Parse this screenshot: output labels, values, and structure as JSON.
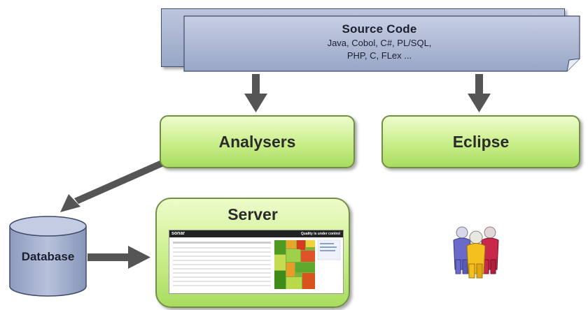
{
  "source_code": {
    "title": "Source Code",
    "languages_line1": "Java,  Cobol, C#, PL/SQL,",
    "languages_line2": "PHP, C, FLex ..."
  },
  "boxes": {
    "analysers": "Analysers",
    "eclipse": "Eclipse",
    "server": "Server",
    "database": "Database"
  },
  "sonar_thumbnail": {
    "logo": "sonar",
    "tagline": "Quality is under control"
  },
  "colors": {
    "doc_fill": "#a9b5d3",
    "box_green": "#c9ee8a",
    "box_border": "#6f8f43",
    "arrow": "#555555",
    "database_fill": "#a9b5d3"
  },
  "icons": [
    "arrow-down-icon",
    "arrow-left-icon",
    "database-icon",
    "people-icon"
  ]
}
